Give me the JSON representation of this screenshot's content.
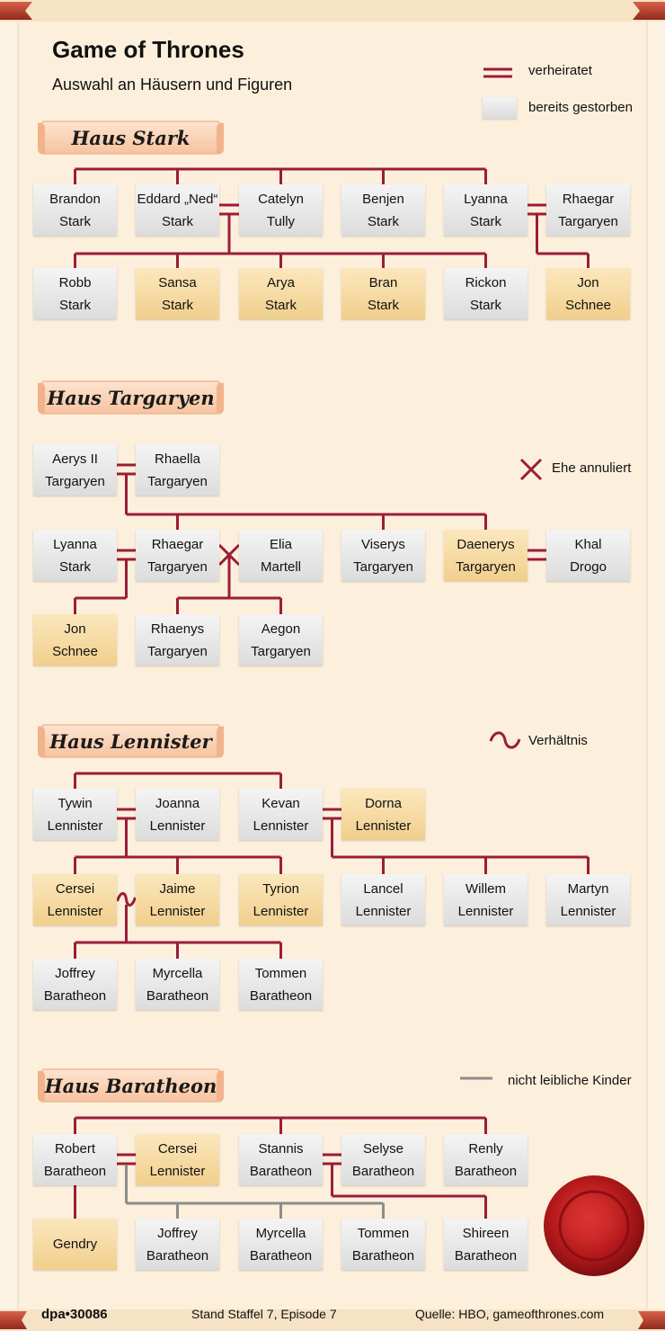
{
  "title": "Game of Thrones",
  "subtitle": "Auswahl an Häusern und Figuren",
  "legend": {
    "married": "verheiratet",
    "deceased": "bereits gestorben",
    "annulled": "Ehe annuliert",
    "affair": "Verhältnis",
    "non_biological": "nicht leibliche Kinder"
  },
  "colors": {
    "line": "#9b1c3a",
    "grey_line": "#8c8c8c",
    "alive": "#f3d596",
    "deceased": "#e2e2e2"
  },
  "houses": {
    "stark": {
      "name": "Haus Stark",
      "row1": [
        {
          "name": "Brandon\nStark",
          "deceased": true
        },
        {
          "name": "Eddard „Ned“\nStark",
          "deceased": true
        },
        {
          "name": "Catelyn\nTully",
          "deceased": true
        },
        {
          "name": "Benjen\nStark",
          "deceased": true
        },
        {
          "name": "Lyanna\nStark",
          "deceased": true
        },
        {
          "name": "Rhaegar\nTargaryen",
          "deceased": true
        }
      ],
      "row2": [
        {
          "name": "Robb\nStark",
          "deceased": true
        },
        {
          "name": "Sansa\nStark",
          "deceased": false
        },
        {
          "name": "Arya\nStark",
          "deceased": false
        },
        {
          "name": "Bran\nStark",
          "deceased": false
        },
        {
          "name": "Rickon\nStark",
          "deceased": true
        },
        {
          "name": "Jon\nSchnee",
          "deceased": false
        }
      ]
    },
    "targaryen": {
      "name": "Haus Targaryen",
      "row1": [
        {
          "name": "Aerys II\nTargaryen",
          "deceased": true
        },
        {
          "name": "Rhaella\nTargaryen",
          "deceased": true
        }
      ],
      "row2": [
        {
          "name": "Lyanna\nStark",
          "deceased": true
        },
        {
          "name": "Rhaegar\nTargaryen",
          "deceased": true
        },
        {
          "name": "Elia\nMartell",
          "deceased": true
        },
        {
          "name": "Viserys\nTargaryen",
          "deceased": true
        },
        {
          "name": "Daenerys\nTargaryen",
          "deceased": false
        },
        {
          "name": "Khal\nDrogo",
          "deceased": true
        }
      ],
      "row3": [
        {
          "name": "Jon\nSchnee",
          "deceased": false
        },
        {
          "name": "Rhaenys\nTargaryen",
          "deceased": true
        },
        {
          "name": "Aegon\nTargaryen",
          "deceased": true
        }
      ]
    },
    "lennister": {
      "name": "Haus Lennister",
      "row1": [
        {
          "name": "Tywin\nLennister",
          "deceased": true
        },
        {
          "name": "Joanna\nLennister",
          "deceased": true
        },
        {
          "name": "Kevan\nLennister",
          "deceased": true
        },
        {
          "name": "Dorna\nLennister",
          "deceased": false
        }
      ],
      "row2": [
        {
          "name": "Cersei\nLennister",
          "deceased": false
        },
        {
          "name": "Jaime\nLennister",
          "deceased": false
        },
        {
          "name": "Tyrion\nLennister",
          "deceased": false
        },
        {
          "name": "Lancel\nLennister",
          "deceased": true
        },
        {
          "name": "Willem\nLennister",
          "deceased": true
        },
        {
          "name": "Martyn\nLennister",
          "deceased": true
        }
      ],
      "row3": [
        {
          "name": "Joffrey\nBaratheon",
          "deceased": true
        },
        {
          "name": "Myrcella\nBaratheon",
          "deceased": true
        },
        {
          "name": "Tommen\nBaratheon",
          "deceased": true
        }
      ]
    },
    "baratheon": {
      "name": "Haus Baratheon",
      "row1": [
        {
          "name": "Robert\nBaratheon",
          "deceased": true
        },
        {
          "name": "Cersei\nLennister",
          "deceased": false
        },
        {
          "name": "Stannis\nBaratheon",
          "deceased": true
        },
        {
          "name": "Selyse\nBaratheon",
          "deceased": true
        },
        {
          "name": "Renly\nBaratheon",
          "deceased": true
        }
      ],
      "row2": [
        {
          "name": "Gendry",
          "deceased": false
        },
        {
          "name": "Joffrey\nBaratheon",
          "deceased": true
        },
        {
          "name": "Myrcella\nBaratheon",
          "deceased": true
        },
        {
          "name": "Tommen\nBaratheon",
          "deceased": true
        },
        {
          "name": "Shireen\nBaratheon",
          "deceased": true
        }
      ]
    }
  },
  "footer": {
    "dpa": "dpa•30086",
    "stand": "Stand Staffel 7, Episode 7",
    "source": "Quelle: HBO, gameofthrones.com"
  }
}
